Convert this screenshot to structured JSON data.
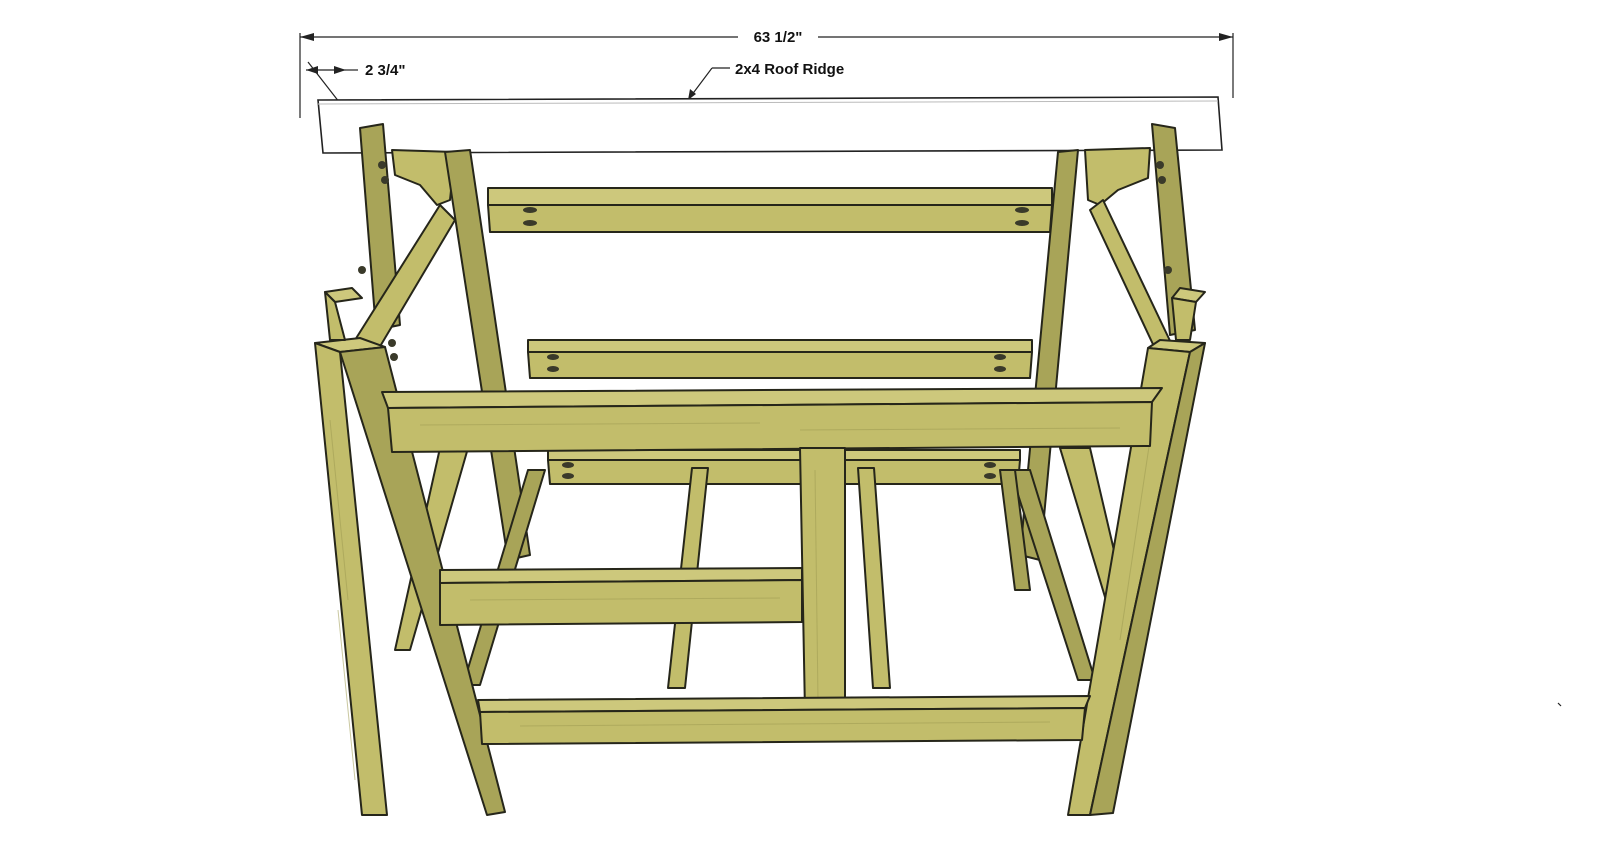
{
  "diagram": {
    "dimensions": {
      "overall_length": "63 1/2\"",
      "offset": "2 3/4\""
    },
    "labels": {
      "ridge": "2x4 Roof Ridge"
    },
    "colors": {
      "wood": "#c2bd6b",
      "wood_dark": "#a8a458",
      "outline": "#26261a",
      "ridge": "#ffffff"
    }
  }
}
